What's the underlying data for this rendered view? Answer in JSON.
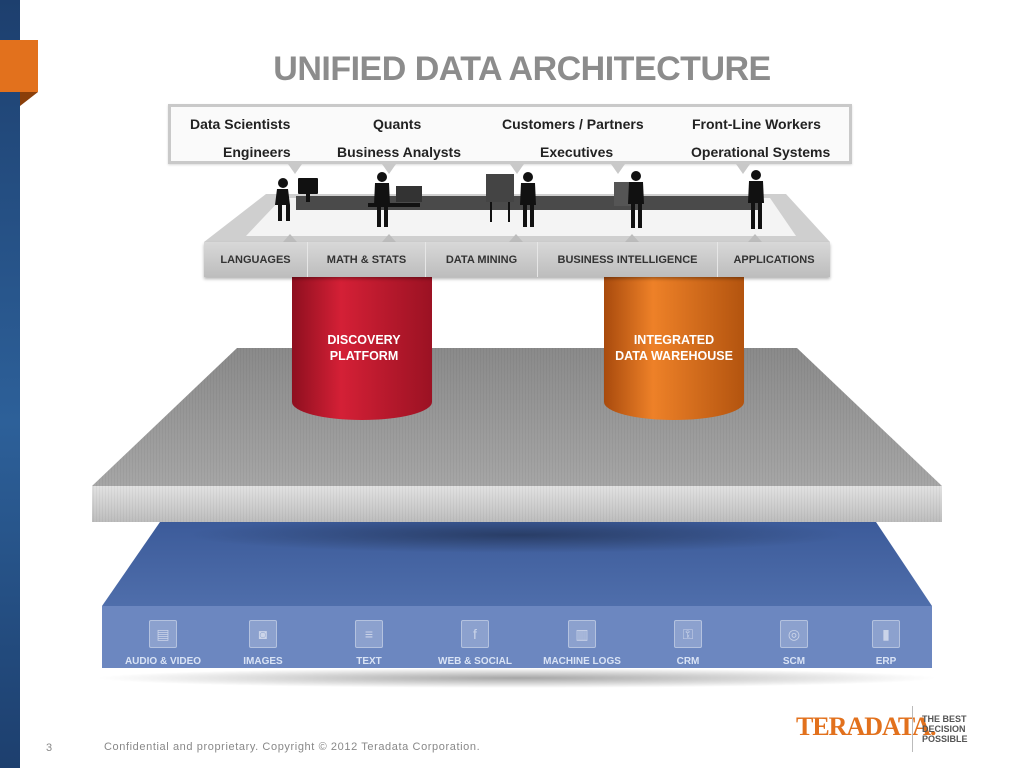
{
  "title": "UNIFIED DATA ARCHITECTURE",
  "users": {
    "row1": [
      "Data Scientists",
      "Quants",
      "Customers / Partners",
      "Front-Line Workers"
    ],
    "row2": [
      "Engineers",
      "Business Analysts",
      "Executives",
      "Operational Systems"
    ]
  },
  "tools": [
    "LANGUAGES",
    "MATH & STATS",
    "DATA MINING",
    "BUSINESS INTELLIGENCE",
    "APPLICATIONS"
  ],
  "platforms": {
    "discovery": {
      "line1": "DISCOVERY",
      "line2": "PLATFORM",
      "color": "#c8192e"
    },
    "warehouse": {
      "line1": "INTEGRATED",
      "line2": "DATA WAREHOUSE",
      "color": "#e2711d"
    }
  },
  "sources": [
    {
      "label": "AUDIO & VIDEO",
      "icon": "film-icon"
    },
    {
      "label": "IMAGES",
      "icon": "image-icon"
    },
    {
      "label": "TEXT",
      "icon": "document-icon"
    },
    {
      "label": "WEB & SOCIAL",
      "icon": "social-icon"
    },
    {
      "label": "MACHINE LOGS",
      "icon": "log-icon"
    },
    {
      "label": "CRM",
      "icon": "lock-icon"
    },
    {
      "label": "SCM",
      "icon": "globe-icon"
    },
    {
      "label": "ERP",
      "icon": "bar-chart-icon"
    }
  ],
  "footer": {
    "page_number": "3",
    "text": "Confidential and proprietary. Copyright © 2012 Teradata Corporation."
  },
  "logo": {
    "brand": "TERADATA.",
    "tagline": [
      "THE BEST",
      "DECISION",
      "POSSIBLE"
    ]
  },
  "colors": {
    "accent": "#e2711d",
    "navy": "#1d3f6e",
    "source_layer": "#5b79b5",
    "platform_gray": "#9a9a9a"
  }
}
